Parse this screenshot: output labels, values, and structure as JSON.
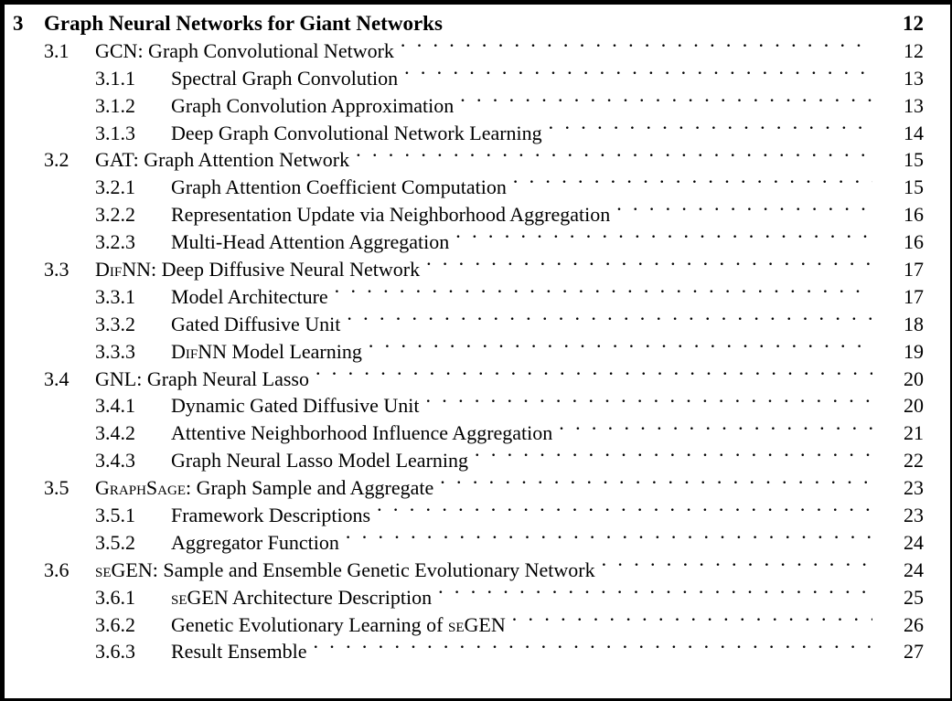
{
  "document": {
    "kind": "table-of-contents",
    "chapter_number": "3",
    "chapter_title": "Graph Neural Networks for Giant Networks",
    "chapter_page": "12",
    "leader_char": "."
  },
  "entries": [
    {
      "level": 1,
      "number": "3",
      "title": "Graph Neural Networks for Giant Networks",
      "page": "12"
    },
    {
      "level": 2,
      "number": "3.1",
      "title": "GCN: Graph Convolutional Network",
      "page": "12"
    },
    {
      "level": 3,
      "number": "3.1.1",
      "title": "Spectral Graph Convolution",
      "page": "13"
    },
    {
      "level": 3,
      "number": "3.1.2",
      "title": "Graph Convolution Approximation",
      "page": "13"
    },
    {
      "level": 3,
      "number": "3.1.3",
      "title": "Deep Graph Convolutional Network Learning",
      "page": "14"
    },
    {
      "level": 2,
      "number": "3.2",
      "title": "GAT: Graph Attention Network",
      "page": "15"
    },
    {
      "level": 3,
      "number": "3.2.1",
      "title": "Graph Attention Coefficient Computation",
      "page": "15"
    },
    {
      "level": 3,
      "number": "3.2.2",
      "title": "Representation Update via Neighborhood Aggregation",
      "page": "16"
    },
    {
      "level": 3,
      "number": "3.2.3",
      "title": "Multi-Head Attention Aggregation",
      "page": "16"
    },
    {
      "level": 2,
      "number": "3.3",
      "title": "DifNN: Deep Diffusive Neural Network",
      "title_html": "D<span class=\"sc\">IF</span>NN: Deep Diffusive Neural Network",
      "page": "17"
    },
    {
      "level": 3,
      "number": "3.3.1",
      "title": "Model Architecture",
      "page": "17"
    },
    {
      "level": 3,
      "number": "3.3.2",
      "title": "Gated Diffusive Unit",
      "page": "18"
    },
    {
      "level": 3,
      "number": "3.3.3",
      "title": "DifNN Model Learning",
      "title_html": "D<span class=\"sc\">IF</span>NN Model Learning",
      "page": "19"
    },
    {
      "level": 2,
      "number": "3.4",
      "title": "GNL: Graph Neural Lasso",
      "page": "20"
    },
    {
      "level": 3,
      "number": "3.4.1",
      "title": "Dynamic Gated Diffusive Unit",
      "page": "20"
    },
    {
      "level": 3,
      "number": "3.4.2",
      "title": "Attentive Neighborhood Influence Aggregation",
      "page": "21"
    },
    {
      "level": 3,
      "number": "3.4.3",
      "title": "Graph Neural Lasso Model Learning",
      "page": "22"
    },
    {
      "level": 2,
      "number": "3.5",
      "title": "GraphSage: Graph Sample and Aggregate",
      "title_html": "G<span class=\"sc\">RAPH</span>S<span class=\"sc\">AGE</span>: Graph Sample and Aggregate",
      "page": "23"
    },
    {
      "level": 3,
      "number": "3.5.1",
      "title": "Framework Descriptions",
      "page": "23"
    },
    {
      "level": 3,
      "number": "3.5.2",
      "title": "Aggregator Function",
      "page": "24"
    },
    {
      "level": 2,
      "number": "3.6",
      "title": "seGEN: Sample and Ensemble Genetic Evolutionary Network",
      "title_html": "<span class=\"sc\">SE</span>GEN: Sample and Ensemble Genetic Evolutionary Network",
      "page": "24"
    },
    {
      "level": 3,
      "number": "3.6.1",
      "title": "seGEN Architecture Description",
      "title_html": "<span class=\"sc\">SE</span>GEN Architecture Description",
      "page": "25"
    },
    {
      "level": 3,
      "number": "3.6.2",
      "title": "Genetic Evolutionary Learning of seGEN",
      "title_html": "Genetic Evolutionary Learning of <span class=\"sc\">SE</span>GEN",
      "page": "26"
    },
    {
      "level": 3,
      "number": "3.6.3",
      "title": "Result Ensemble",
      "page": "27"
    }
  ],
  "colors": {
    "text": "#000000",
    "background": "#ffffff",
    "frame": "#000000"
  }
}
